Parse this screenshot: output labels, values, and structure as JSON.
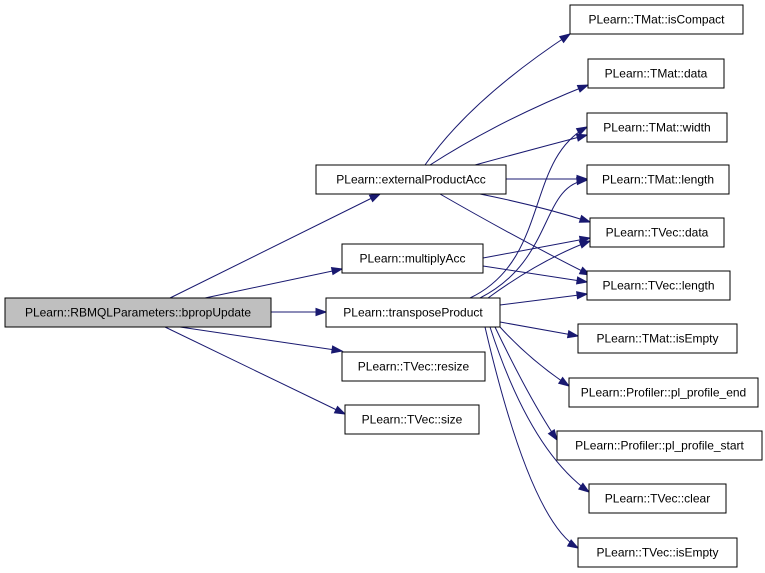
{
  "nodes": [
    {
      "id": "root",
      "label": "PLearn::RBMQLParameters::bpropUpdate"
    },
    {
      "id": "epa",
      "label": "PLearn::externalProductAcc"
    },
    {
      "id": "mul",
      "label": "PLearn::multiplyAcc"
    },
    {
      "id": "tp",
      "label": "PLearn::transposeProduct"
    },
    {
      "id": "resize",
      "label": "PLearn::TVec::resize"
    },
    {
      "id": "size",
      "label": "PLearn::TVec::size"
    },
    {
      "id": "isCompact",
      "label": "PLearn::TMat::isCompact"
    },
    {
      "id": "tmdata",
      "label": "PLearn::TMat::data"
    },
    {
      "id": "width",
      "label": "PLearn::TMat::width"
    },
    {
      "id": "tmlength",
      "label": "PLearn::TMat::length"
    },
    {
      "id": "tvdata",
      "label": "PLearn::TVec::data"
    },
    {
      "id": "tvlength",
      "label": "PLearn::TVec::length"
    },
    {
      "id": "tmEmpty",
      "label": "PLearn::TMat::isEmpty"
    },
    {
      "id": "plend",
      "label": "PLearn::Profiler::pl_profile_end"
    },
    {
      "id": "plstart",
      "label": "PLearn::Profiler::pl_profile_start"
    },
    {
      "id": "clear",
      "label": "PLearn::TVec::clear"
    },
    {
      "id": "tvEmpty",
      "label": "PLearn::TVec::isEmpty"
    }
  ],
  "edges": [
    {
      "from": "root",
      "to": "epa"
    },
    {
      "from": "root",
      "to": "mul"
    },
    {
      "from": "root",
      "to": "tp"
    },
    {
      "from": "root",
      "to": "resize"
    },
    {
      "from": "root",
      "to": "size"
    },
    {
      "from": "epa",
      "to": "isCompact"
    },
    {
      "from": "epa",
      "to": "tmdata"
    },
    {
      "from": "epa",
      "to": "width"
    },
    {
      "from": "epa",
      "to": "tmlength"
    },
    {
      "from": "epa",
      "to": "tvdata"
    },
    {
      "from": "epa",
      "to": "tvlength"
    },
    {
      "from": "mul",
      "to": "tvdata"
    },
    {
      "from": "mul",
      "to": "tvlength"
    },
    {
      "from": "tp",
      "to": "width"
    },
    {
      "from": "tp",
      "to": "tmlength"
    },
    {
      "from": "tp",
      "to": "tvdata"
    },
    {
      "from": "tp",
      "to": "tvlength"
    },
    {
      "from": "tp",
      "to": "tmEmpty"
    },
    {
      "from": "tp",
      "to": "plend"
    },
    {
      "from": "tp",
      "to": "plstart"
    },
    {
      "from": "tp",
      "to": "clear"
    },
    {
      "from": "tp",
      "to": "tvEmpty"
    }
  ],
  "colors": {
    "edge": "#191970",
    "root_fill": "#bfbfbf",
    "node_fill": "#ffffff",
    "border": "#000000"
  }
}
